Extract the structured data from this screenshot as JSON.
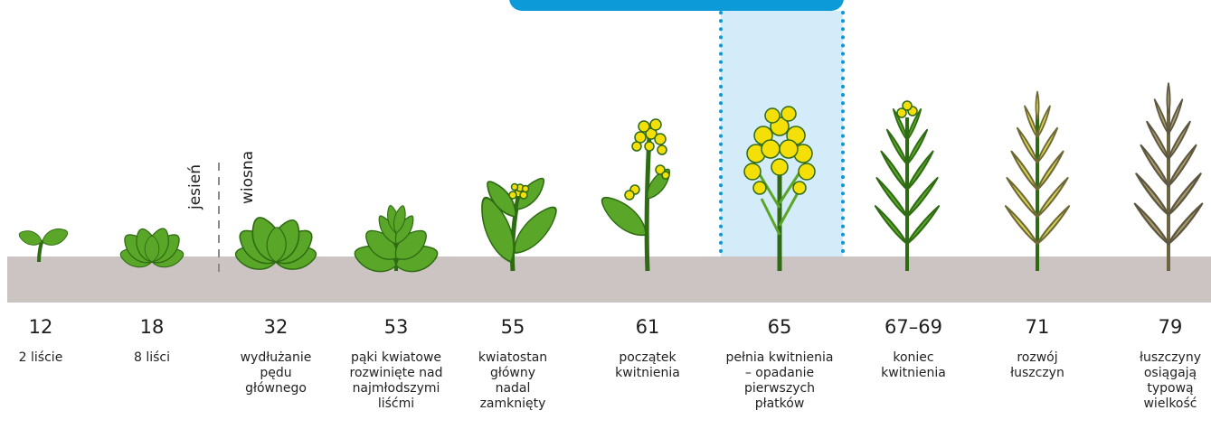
{
  "colors": {
    "ground": "#cbc4c2",
    "highlight_fill": "#d4ebf9",
    "highlight_dots": "#0d9ad8",
    "banner": "#0d9ad8",
    "leaf": "#5aa628",
    "leaf_dark": "#2e6b13",
    "flower": "#f5df08",
    "pod": "#d7d254",
    "pod_ripe": "#a89b6c",
    "divider": "#8a8a8a"
  },
  "season": {
    "autumn": "jesień",
    "spring": "wiosna"
  },
  "stages": [
    {
      "code": "12",
      "description": "2 liście",
      "icon": "seedling-icon"
    },
    {
      "code": "18",
      "description": "8 liści",
      "icon": "rosette-icon"
    },
    {
      "code": "32",
      "description": "wydłużanie\npędu\ngłównego",
      "icon": "rosette-large-icon"
    },
    {
      "code": "53",
      "description": "pąki kwiatowe\nrozwinięte nad\nnajmłodszymi\nliśćmi",
      "icon": "budding-plant-icon"
    },
    {
      "code": "55",
      "description": "kwiatostan\ngłówny\nnadal\nzamknięty",
      "icon": "closed-inflorescence-icon"
    },
    {
      "code": "61",
      "description": "początek\nkwitnienia",
      "icon": "flowering-start-icon"
    },
    {
      "code": "65",
      "description": "pełnia kwitnienia\n– opadanie\npierwszych\npłatków",
      "icon": "full-bloom-icon",
      "highlighted": true
    },
    {
      "code": "67–69",
      "description": "koniec\nkwitnienia",
      "icon": "flowering-end-icon"
    },
    {
      "code": "71",
      "description": "rozwój\nłuszczyn",
      "icon": "pod-development-icon"
    },
    {
      "code": "79",
      "description": "łuszczyny\nosiągają\ntypową\nwielkość",
      "icon": "ripe-pods-icon"
    }
  ]
}
